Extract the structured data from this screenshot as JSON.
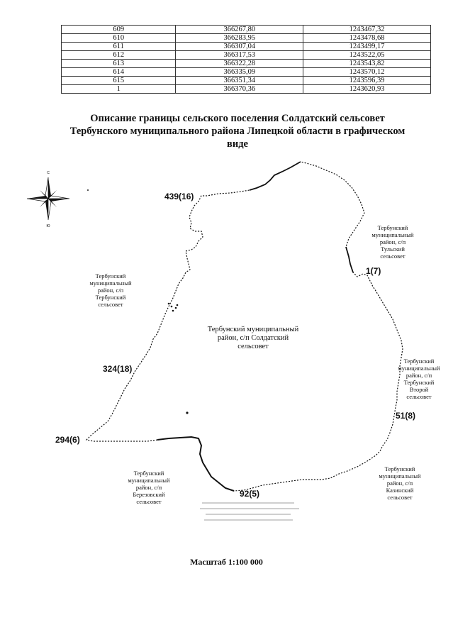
{
  "table": {
    "rows": [
      [
        "609",
        "366267,80",
        "1243467,32"
      ],
      [
        "610",
        "366283,95",
        "1243478,68"
      ],
      [
        "611",
        "366307,04",
        "1243499,17"
      ],
      [
        "612",
        "366317,53",
        "1243522,05"
      ],
      [
        "613",
        "366322,28",
        "1243543,82"
      ],
      [
        "614",
        "366335,09",
        "1243570,12"
      ],
      [
        "615",
        "366351,34",
        "1243596,39"
      ],
      [
        "1",
        "366370,36",
        "1243620,93"
      ]
    ]
  },
  "title": {
    "line1": "Описание границы сельского поселения Солдатский сельсовет",
    "line2": "Тербунского муниципального района Липецкой области в графическом",
    "line3": "виде"
  },
  "compass": {
    "north": "С",
    "south": "Ю"
  },
  "map": {
    "points": {
      "p439": "439(16)",
      "p1": "1(7)",
      "p324": "324(18)",
      "p294": "294(6)",
      "p51": "51(8)",
      "p92": "92(5)"
    },
    "areas": {
      "center": [
        "Тербунский муниципальный",
        "район, с/п Солдатский",
        "сельсовет"
      ],
      "west": [
        "Тербунский",
        "муниципальный",
        "район, с/п",
        "Тербунский",
        "сельсовет"
      ],
      "northeast": [
        "Тербунский",
        "муниципальный",
        "район, с/п",
        "Тульский",
        "сельсовет"
      ],
      "east": [
        "Тербунский",
        "муниципальный",
        "район, с/п",
        "Тербунский",
        "Второй",
        "сельсовет"
      ],
      "southwest": [
        "Тербунский",
        "муниципальный",
        "район, с/п",
        "Березовский",
        "сельсовет"
      ],
      "southeast": [
        "Тербунский",
        "муниципальный",
        "район, с/п",
        "Казинский",
        "сельсовет"
      ]
    }
  },
  "scale": "Масштаб 1:100 000"
}
